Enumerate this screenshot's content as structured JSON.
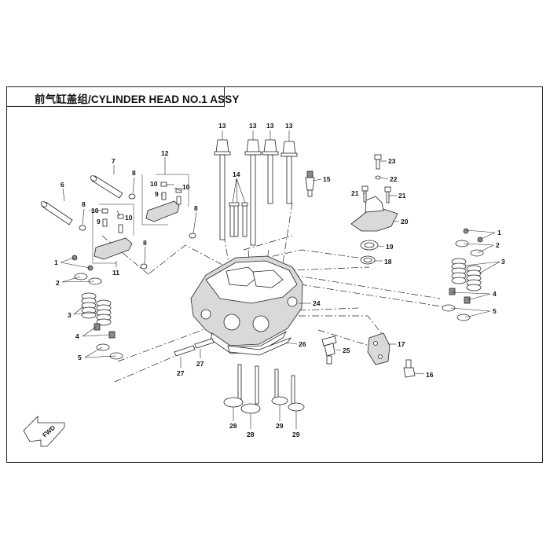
{
  "title": "前气缸盖组/CYLINDER HEAD NO.1 ASSY",
  "fwd_label": "FWD",
  "callouts": [
    {
      "id": "c13a",
      "label": "13"
    },
    {
      "id": "c13b",
      "label": "13"
    },
    {
      "id": "c13c",
      "label": "13"
    },
    {
      "id": "c13d",
      "label": "13"
    },
    {
      "id": "c14",
      "label": "14"
    },
    {
      "id": "c15",
      "label": "15"
    },
    {
      "id": "c12",
      "label": "12"
    },
    {
      "id": "c7",
      "label": "7"
    },
    {
      "id": "c8a",
      "label": "8"
    },
    {
      "id": "c8b",
      "label": "8"
    },
    {
      "id": "c8c",
      "label": "8"
    },
    {
      "id": "c8d",
      "label": "8"
    },
    {
      "id": "c6",
      "label": "6"
    },
    {
      "id": "c10a",
      "label": "10"
    },
    {
      "id": "c10b",
      "label": "10"
    },
    {
      "id": "c10c",
      "label": "10"
    },
    {
      "id": "c10d",
      "label": "10"
    },
    {
      "id": "c9a",
      "label": "9"
    },
    {
      "id": "c9b",
      "label": "9"
    },
    {
      "id": "c11",
      "label": "11"
    },
    {
      "id": "c1L",
      "label": "1"
    },
    {
      "id": "c2L",
      "label": "2"
    },
    {
      "id": "c3L",
      "label": "3"
    },
    {
      "id": "c4L",
      "label": "4"
    },
    {
      "id": "c5L",
      "label": "5"
    },
    {
      "id": "c23",
      "label": "23"
    },
    {
      "id": "c22",
      "label": "22"
    },
    {
      "id": "c21a",
      "label": "21"
    },
    {
      "id": "c21b",
      "label": "21"
    },
    {
      "id": "c20",
      "label": "20"
    },
    {
      "id": "c19",
      "label": "19"
    },
    {
      "id": "c18",
      "label": "18"
    },
    {
      "id": "c1R",
      "label": "1"
    },
    {
      "id": "c2R",
      "label": "2"
    },
    {
      "id": "c3R",
      "label": "3"
    },
    {
      "id": "c4R",
      "label": "4"
    },
    {
      "id": "c5R",
      "label": "5"
    },
    {
      "id": "c24",
      "label": "24"
    },
    {
      "id": "c17",
      "label": "17"
    },
    {
      "id": "c16",
      "label": "16"
    },
    {
      "id": "c25",
      "label": "25"
    },
    {
      "id": "c26",
      "label": "26"
    },
    {
      "id": "c27a",
      "label": "27"
    },
    {
      "id": "c27b",
      "label": "27"
    },
    {
      "id": "c28a",
      "label": "28"
    },
    {
      "id": "c28b",
      "label": "28"
    },
    {
      "id": "c29a",
      "label": "29"
    },
    {
      "id": "c29b",
      "label": "29"
    }
  ]
}
